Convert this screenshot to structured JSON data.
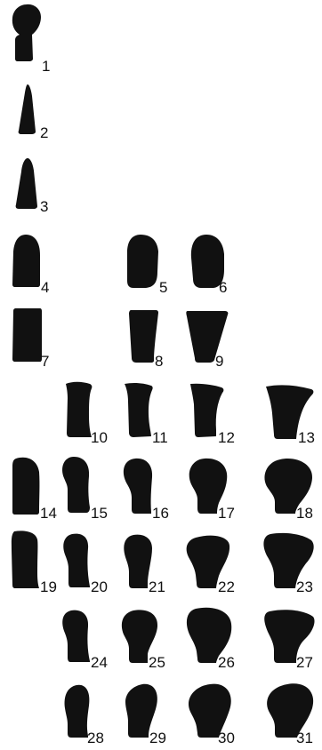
{
  "figure": {
    "background": "#ffffff",
    "ink": "#111111",
    "shapes": [
      {
        "id": "1",
        "label": "1",
        "form": "cap"
      },
      {
        "id": "2",
        "label": "2",
        "form": "cone"
      },
      {
        "id": "3",
        "label": "3",
        "form": "cone"
      },
      {
        "id": "4",
        "label": "4",
        "form": "rounded-top-block"
      },
      {
        "id": "5",
        "label": "5",
        "form": "rounded-block"
      },
      {
        "id": "6",
        "label": "6",
        "form": "rounded-block"
      },
      {
        "id": "7",
        "label": "7",
        "form": "straight-block"
      },
      {
        "id": "8",
        "label": "8",
        "form": "tapered-block"
      },
      {
        "id": "9",
        "label": "9",
        "form": "tapered-block"
      },
      {
        "id": "10",
        "label": "10",
        "form": "flared-top-block"
      },
      {
        "id": "11",
        "label": "11",
        "form": "flared-top-block"
      },
      {
        "id": "12",
        "label": "12",
        "form": "flared-top-block"
      },
      {
        "id": "13",
        "label": "13",
        "form": "flared-top-block"
      },
      {
        "id": "14",
        "label": "14",
        "form": "rounded-top-block"
      },
      {
        "id": "15",
        "label": "15",
        "form": "waisted-block"
      },
      {
        "id": "16",
        "label": "16",
        "form": "waisted-block"
      },
      {
        "id": "17",
        "label": "17",
        "form": "waisted-block"
      },
      {
        "id": "18",
        "label": "18",
        "form": "waisted-block"
      },
      {
        "id": "19",
        "label": "19",
        "form": "straight-block"
      },
      {
        "id": "20",
        "label": "20",
        "form": "waisted-block"
      },
      {
        "id": "21",
        "label": "21",
        "form": "waisted-block"
      },
      {
        "id": "22",
        "label": "22",
        "form": "waisted-block"
      },
      {
        "id": "23",
        "label": "23",
        "form": "waisted-block"
      },
      {
        "id": "24",
        "label": "24",
        "form": "waisted-block"
      },
      {
        "id": "25",
        "label": "25",
        "form": "waisted-block"
      },
      {
        "id": "26",
        "label": "26",
        "form": "waisted-block"
      },
      {
        "id": "27",
        "label": "27",
        "form": "waisted-block"
      },
      {
        "id": "28",
        "label": "28",
        "form": "rounded-blob"
      },
      {
        "id": "29",
        "label": "29",
        "form": "rounded-blob"
      },
      {
        "id": "30",
        "label": "30",
        "form": "rounded-blob"
      },
      {
        "id": "31",
        "label": "31",
        "form": "rounded-blob"
      }
    ]
  }
}
